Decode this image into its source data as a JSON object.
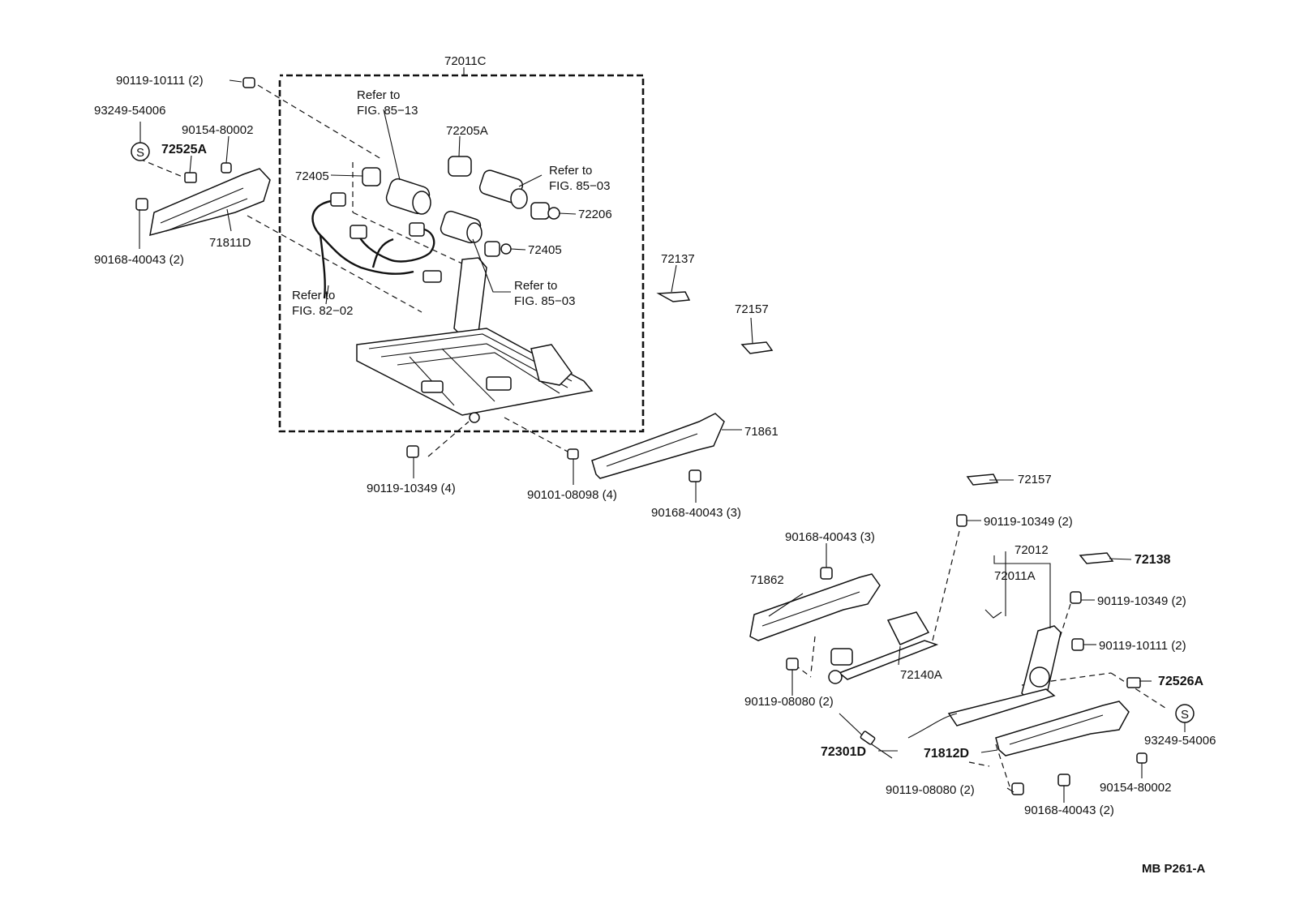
{
  "callouts": {
    "assy_72011C": "72011C",
    "bolt_90119_10111_top": "90119-10111 (2)",
    "clip_93249_54006_left": "93249-54006",
    "screw_90154_80002_left": "90154-80002",
    "cover_72525A": "72525A",
    "switch_72405_upper": "72405",
    "refer_85_13_l1": "Refer to",
    "refer_85_13_l2": "FIG. 85−13",
    "motor_72205A": "72205A",
    "refer_85_03a_l1": "Refer to",
    "refer_85_03a_l2": "FIG. 85−03",
    "part_72206": "72206",
    "switch_72405_lower": "72405",
    "refer_85_03b_l1": "Refer to",
    "refer_85_03b_l2": "FIG. 85−03",
    "refer_82_02_l1": "Refer to",
    "refer_82_02_l2": "FIG. 82−02",
    "cover_71811D": "71811D",
    "bolt_90168_40043_left": "90168-40043 (2)",
    "clip_72137": "72137",
    "clip_72157_upper": "72157",
    "cover_71861": "71861",
    "bolt_90119_10349_4": "90119-10349 (4)",
    "bolt_90101_08098_4": "90101-08098 (4)",
    "bolt_90168_40043_3_mid": "90168-40043 (3)",
    "clip_72157_lower": "72157",
    "bolt_90119_10349_2_a": "90119-10349 (2)",
    "bolt_90168_40043_3_low": "90168-40043 (3)",
    "assy_72012": "72012",
    "assy_72011A": "72011A",
    "clip_72138": "72138",
    "cover_71862": "71862",
    "bolt_90119_10349_2_b": "90119-10349 (2)",
    "bolt_90119_10111_2_b": "90119-10111 (2)",
    "rail_72140A": "72140A",
    "bolt_90119_08080_2_a": "90119-08080 (2)",
    "cover_72526A": "72526A",
    "clip_93249_54006_right": "93249-54006",
    "cable_72301D": "72301D",
    "cover_71812D": "71812D",
    "screw_90154_80002_right": "90154-80002",
    "bolt_90119_08080_2_b": "90119-08080 (2)",
    "bolt_90168_40043_2_b": "90168-40043 (2)",
    "s_mark": "S"
  },
  "footer": {
    "figure_code": "MB P261-A"
  }
}
